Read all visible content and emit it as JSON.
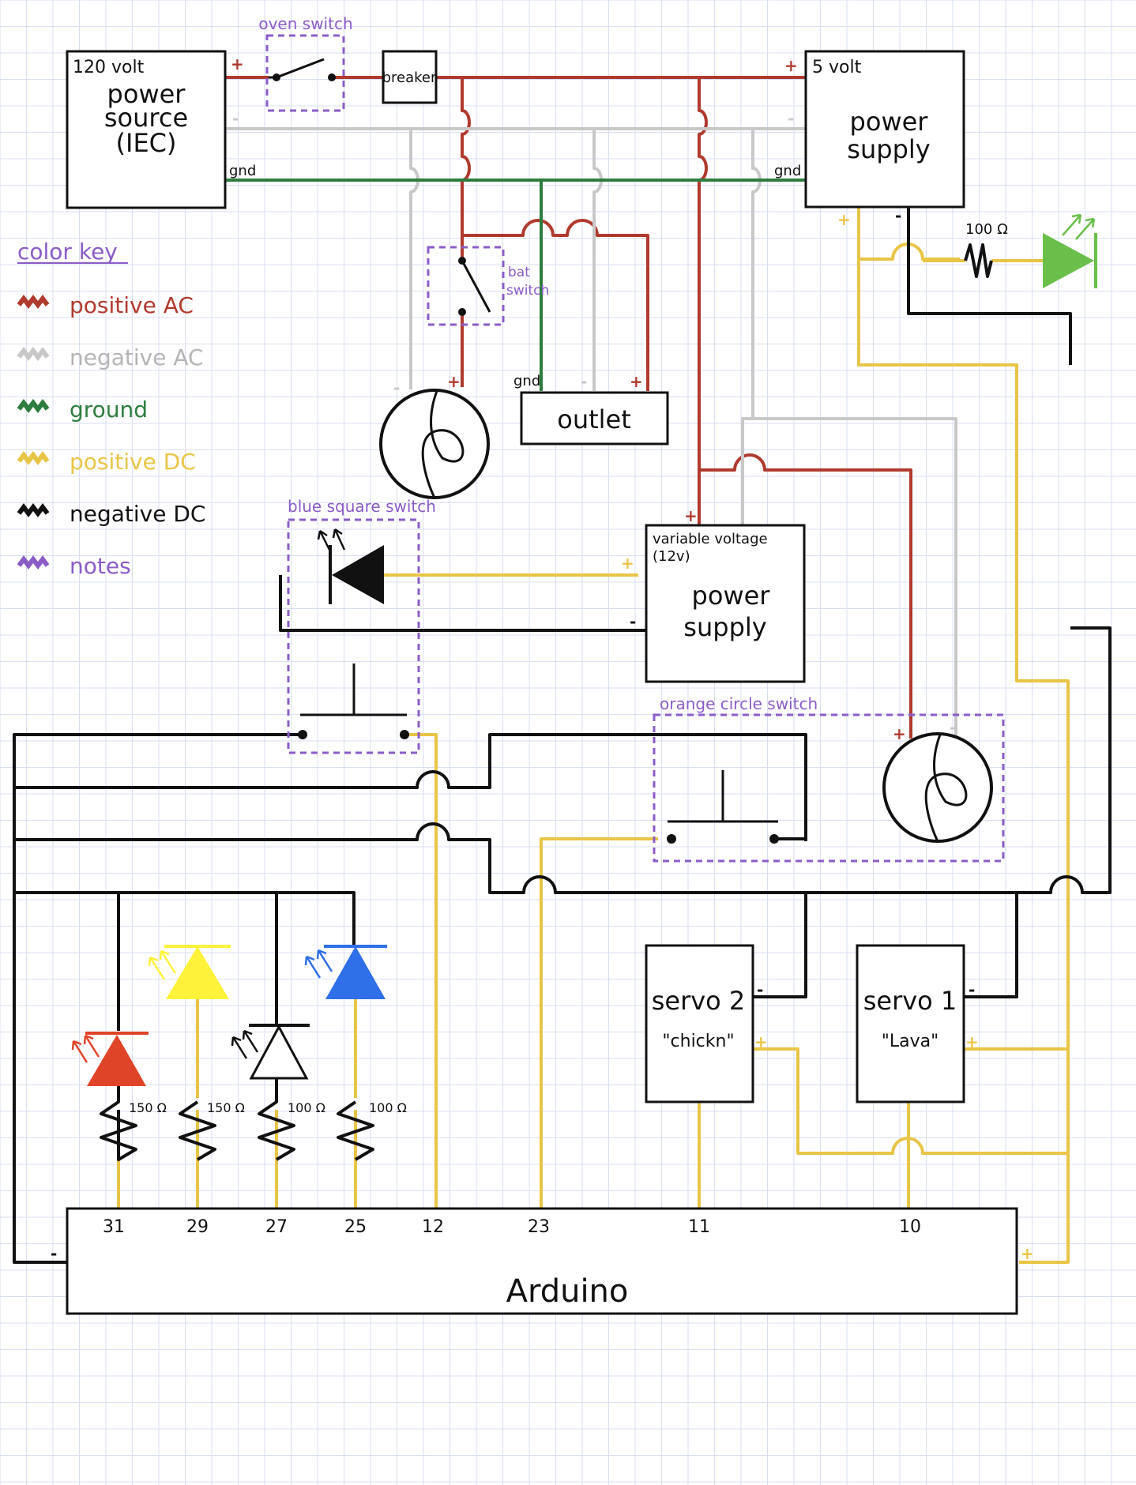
{
  "colors": {
    "positive_ac": "#b03a2e",
    "negative_ac": "#c8c8c8",
    "ground": "#2e7d3e",
    "positive_dc": "#e8c547",
    "negative_dc": "#111111",
    "notes": "#8b5cc8",
    "grid": "#d9dff0",
    "led_red": "#e04428",
    "led_yellow": "#fff23a",
    "led_blue": "#2f6fe8",
    "led_green": "#6abf4b"
  },
  "blocks": {
    "source": {
      "line1": "120 volt",
      "line2": "power",
      "line3": "source",
      "line4": "(IEC)",
      "plus": "+",
      "minus": "-",
      "gnd": "gnd"
    },
    "breaker": {
      "label": "breaker"
    },
    "psu5": {
      "title": "5 volt",
      "line1": "power",
      "line2": "supply",
      "plus": "+",
      "minus": "-",
      "gnd": "gnd"
    },
    "psu_var": {
      "line1": "variable voltage",
      "line2": "(12v)",
      "line3": "power",
      "line4": "supply",
      "plus": "+",
      "minus": "-"
    },
    "outlet": {
      "label": "outlet",
      "gnd": "gnd",
      "minus": "-",
      "plus": "+"
    },
    "servo2": {
      "line1": "servo 2",
      "line2": "\"chickn\"",
      "minus": "-",
      "plus": "+"
    },
    "servo1": {
      "line1": "servo 1",
      "line2": "\"Lava\"",
      "minus": "-",
      "plus": "+"
    },
    "arduino": {
      "label": "Arduino",
      "minus": "-",
      "plus": "+"
    }
  },
  "notes": {
    "oven_switch": "oven switch",
    "bat_switch_1": "bat",
    "bat_switch_2": "switch",
    "blue_square_switch": "blue square switch",
    "orange_circle_switch": "orange circle switch"
  },
  "motor_top": {
    "plus": "+",
    "minus": "-"
  },
  "motor_right": {
    "plus": "+",
    "minus": "-"
  },
  "resistors": {
    "green_led": "100 Ω",
    "r31": "150 Ω",
    "r29": "150 Ω",
    "r27": "100 Ω",
    "r25": "100 Ω"
  },
  "pins": [
    "31",
    "29",
    "27",
    "25",
    "12",
    "23",
    "11",
    "10"
  ],
  "legend": {
    "title": "color key",
    "items": [
      {
        "label": "positive AC",
        "color": "#b03a2e"
      },
      {
        "label": "negative AC",
        "color": "#c8c8c8"
      },
      {
        "label": "ground",
        "color": "#2e7d3e"
      },
      {
        "label": "positive DC",
        "color": "#e8c547"
      },
      {
        "label": "negative DC",
        "color": "#111111"
      },
      {
        "label": "notes",
        "color": "#8b5cc8"
      }
    ]
  }
}
